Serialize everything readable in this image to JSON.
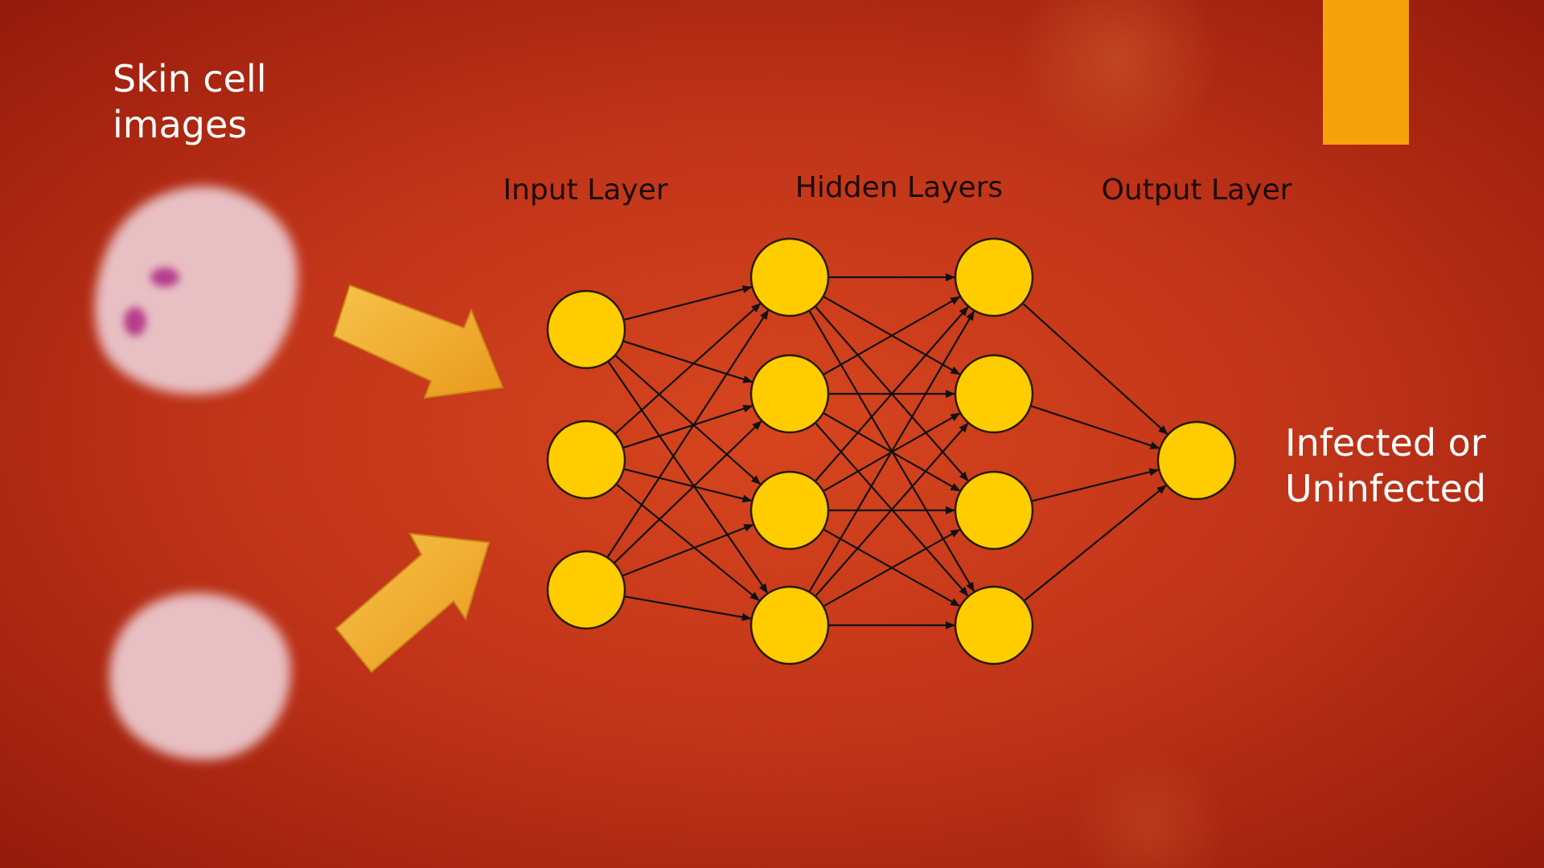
{
  "slide": {
    "caption_left": "Skin cell\nimages",
    "caption_right": "Infected or\nUninfected",
    "accent_color": "#f4a30a",
    "text_color": "#ffffff"
  },
  "network": {
    "layer_labels": [
      "Input Layer",
      "Hidden Layers",
      "Output Layer"
    ],
    "node_color": "#ffcc00",
    "edge_color": "#111111",
    "layers": [
      {
        "role": "input",
        "nodes": 3
      },
      {
        "role": "hidden",
        "nodes": 4
      },
      {
        "role": "hidden",
        "nodes": 4
      },
      {
        "role": "output",
        "nodes": 1
      }
    ]
  },
  "images": [
    {
      "name": "infected-cell-image",
      "tint": "#e8c0c4",
      "spot_color": "#b53c8a"
    },
    {
      "name": "uninfected-cell-image",
      "tint": "#e8bfc2"
    }
  ],
  "arrows": {
    "color": "#f2b030"
  }
}
